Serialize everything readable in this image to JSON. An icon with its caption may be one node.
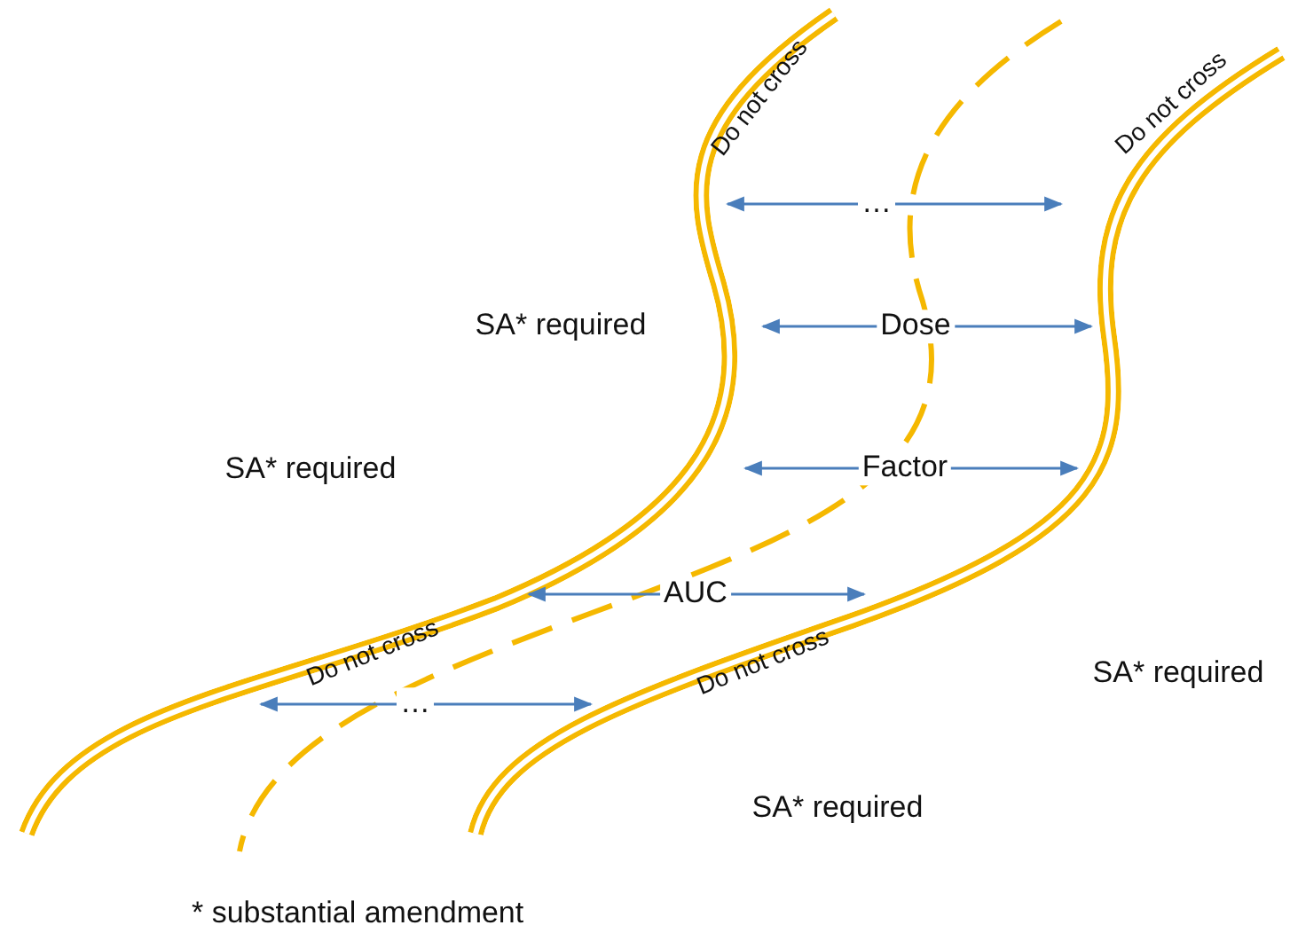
{
  "diagram": {
    "caption": "* substantial amendment",
    "labels": [
      "Do not cross",
      "Do not cross",
      "…",
      "SA* required",
      "Dose",
      "SA* required",
      "Factor",
      "AUC",
      "Do not cross",
      "Do not cross",
      "…",
      "SA* required",
      "SA* required"
    ]
  }
}
